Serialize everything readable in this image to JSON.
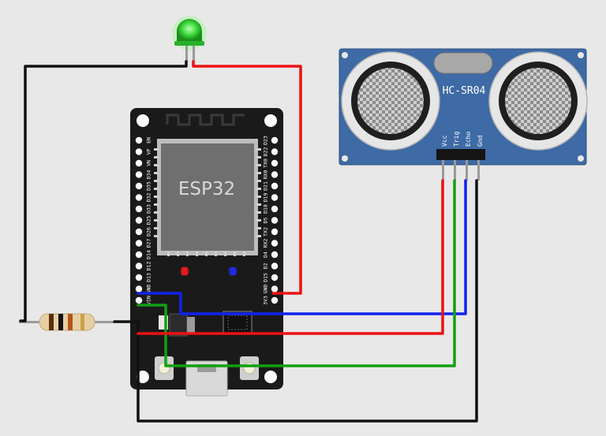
{
  "board": {
    "chip_label": "ESP32",
    "left_pins": [
      "EN",
      "VP",
      "VN",
      "D34",
      "D35",
      "D32",
      "D33",
      "D25",
      "D26",
      "D27",
      "D14",
      "D12",
      "D13",
      "GND",
      "VIN"
    ],
    "right_pins": [
      "D23",
      "D22",
      "TX0",
      "RX0",
      "D21",
      "D19",
      "D18",
      "D5",
      "TX2",
      "RX2",
      "D4",
      "D2",
      "D15",
      "GND",
      "3V3"
    ]
  },
  "sensor": {
    "label": "HC-SR04",
    "pins": [
      "Vcc",
      "Trig",
      "Echo",
      "Gnd"
    ]
  },
  "colors": {
    "background": "#e8e8e8",
    "board": "#1a1a1a",
    "sensor_pcb": "#3e6aa5",
    "led": "#2ecc2e",
    "wire_red": "#ee1111",
    "wire_green": "#11a011",
    "wire_blue": "#1122ee",
    "wire_black": "#111111",
    "wire_gray": "#9a9a9a"
  }
}
